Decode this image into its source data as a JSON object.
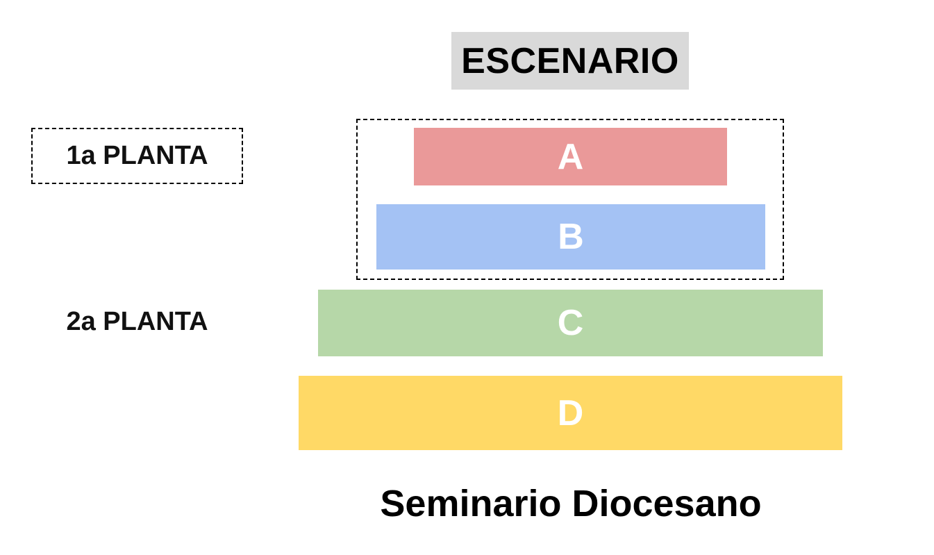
{
  "stage": {
    "label": "ESCENARIO",
    "bg_color": "#d9d9d9",
    "text_color": "#000000"
  },
  "floors": {
    "first": {
      "label": "1a PLANTA"
    },
    "second": {
      "label": "2a PLANTA"
    }
  },
  "sections": {
    "a": {
      "label": "A",
      "color": "#ea9999"
    },
    "b": {
      "label": "B",
      "color": "#a4c2f4"
    },
    "c": {
      "label": "C",
      "color": "#b6d7a8"
    },
    "d": {
      "label": "D",
      "color": "#ffd966"
    }
  },
  "section_label_color": "#ffffff",
  "venue": {
    "label": "Seminario Diocesano"
  }
}
